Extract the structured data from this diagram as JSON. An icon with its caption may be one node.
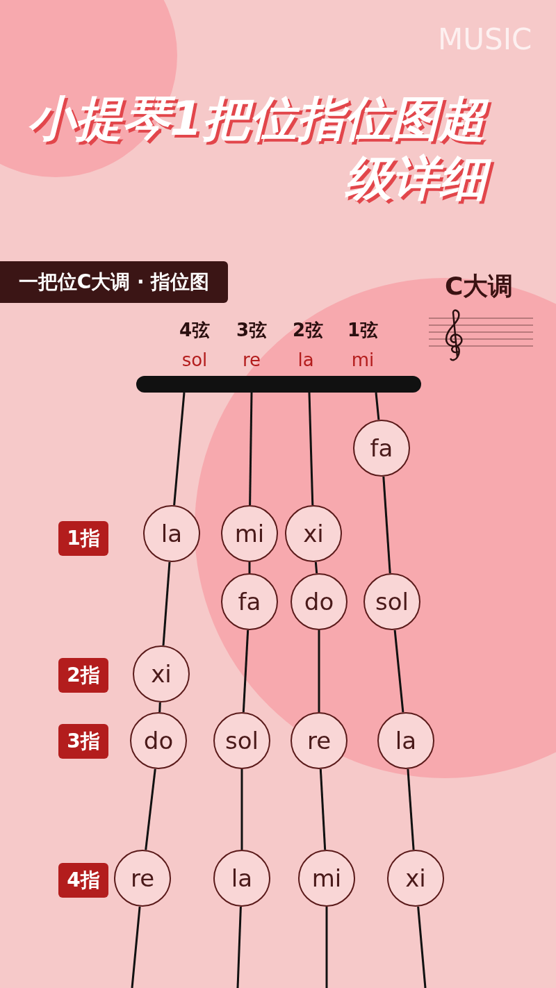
{
  "diagram": {
    "title": "小提琴1把位指位图超级详细",
    "nodes": [
      {
        "text": [
          "一把位C大调 · 指位图"
        ]
      },
      {
        "text": [],
        "shape": "bar"
      },
      {
        "text": [
          "fa"
        ]
      },
      {
        "text": [
          "1指"
        ]
      },
      {
        "text": [
          "la"
        ]
      },
      {
        "text": [
          "mi"
        ]
      },
      {
        "text": [
          "xi"
        ]
      },
      {
        "text": [
          "fa"
        ]
      },
      {
        "text": [
          "do"
        ]
      },
      {
        "text": [
          "sol"
        ]
      },
      {
        "text": [
          "2指"
        ]
      },
      {
        "text": [
          "xi"
        ]
      },
      {
        "text": [
          "3指"
        ]
      },
      {
        "text": [
          "do"
        ]
      },
      {
        "text": [
          "sol"
        ]
      },
      {
        "text": [
          "re"
        ]
      },
      {
        "text": [
          "la"
        ]
      },
      {
        "text": [
          "4指"
        ]
      },
      {
        "text": [
          "re"
        ]
      },
      {
        "text": [
          "la"
        ]
      },
      {
        "text": [
          "mi"
        ]
      },
      {
        "text": [
          "xi"
        ]
      }
    ],
    "edges": [
      {
        "from": 1,
        "to": 4,
        "arrow": "none"
      },
      {
        "from": 4,
        "to": 11,
        "arrow": "none"
      },
      {
        "from": 11,
        "to": 13,
        "arrow": "none"
      },
      {
        "from": 13,
        "to": 18,
        "arrow": "none"
      },
      {
        "from": 18,
        "to": null,
        "arrow": "none"
      },
      {
        "from": 1,
        "to": 5,
        "arrow": "none"
      },
      {
        "from": 5,
        "to": 7,
        "arrow": "none"
      },
      {
        "from": 7,
        "to": 14,
        "arrow": "none"
      },
      {
        "from": 14,
        "to": 19,
        "arrow": "none"
      },
      {
        "from": 19,
        "to": null,
        "arrow": "none"
      },
      {
        "from": 1,
        "to": 6,
        "arrow": "none"
      },
      {
        "from": 6,
        "to": 8,
        "arrow": "none"
      },
      {
        "from": 8,
        "to": 15,
        "arrow": "none"
      },
      {
        "from": 15,
        "to": 20,
        "arrow": "none"
      },
      {
        "from": 20,
        "to": null,
        "arrow": "none"
      },
      {
        "from": 1,
        "to": 2,
        "arrow": "none"
      },
      {
        "from": 2,
        "to": 9,
        "arrow": "none"
      },
      {
        "from": 9,
        "to": 16,
        "arrow": "none"
      },
      {
        "from": 16,
        "to": 21,
        "arrow": "none"
      },
      {
        "from": 21,
        "to": null,
        "arrow": "none"
      }
    ],
    "labels": [
      "MUSIC",
      "C大调",
      "4弦",
      "3弦",
      "2弦",
      "1弦",
      "sol",
      "re",
      "la",
      "mi"
    ]
  }
}
